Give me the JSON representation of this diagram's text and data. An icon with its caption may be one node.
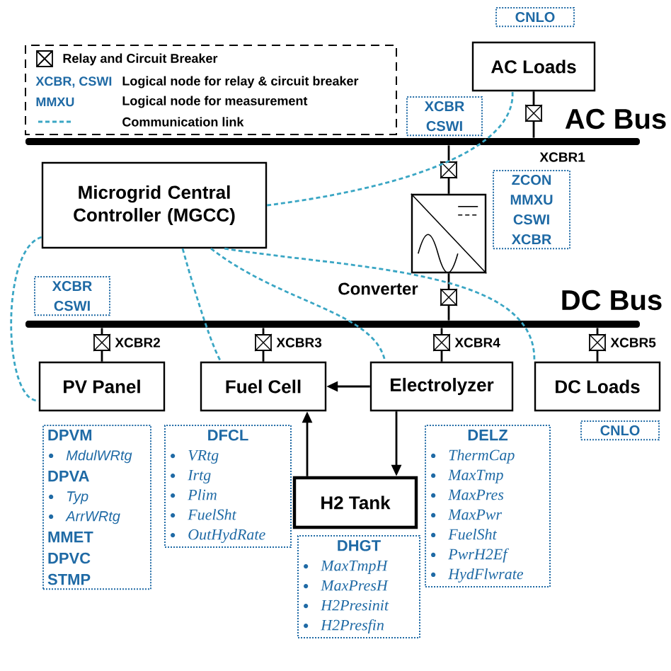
{
  "diagram": {
    "nodes": [
      {
        "text": [
          "AC Loads"
        ]
      },
      {
        "text": [
          "Microgrid Central Controller (MGCC)"
        ]
      },
      {
        "text": [
          "Converter"
        ]
      },
      {
        "text": [
          "PV Panel"
        ]
      },
      {
        "text": [
          "Fuel Cell"
        ]
      },
      {
        "text": [
          "Electrolyzer"
        ]
      },
      {
        "text": [
          "DC Loads"
        ]
      },
      {
        "text": [
          "H2 Tank"
        ]
      },
      {
        "text": [
          "CNLO"
        ]
      },
      {
        "text": [
          "XCBR",
          "CSWI"
        ]
      },
      {
        "text": [
          "ZCON",
          "MMXU",
          "CSWI",
          "XCBR"
        ]
      },
      {
        "text": [
          "XCBR",
          "CSWI"
        ]
      },
      {
        "text": [
          "DPVM",
          "MdulWRtg",
          "DPVA",
          "Typ",
          "ArrWRtg",
          "MMET",
          "DPVC",
          "STMP"
        ]
      },
      {
        "text": [
          "DFCL",
          "VRtg",
          "Irtg",
          "Plim",
          "FuelSht",
          "OutHydRate"
        ]
      },
      {
        "text": [
          "DELZ",
          "ThermCap",
          "MaxTmp",
          "MaxPres",
          "MaxPwr",
          "FuelSht",
          "PwrH2Ef",
          "HydFlwrate"
        ]
      },
      {
        "text": [
          "CNLO"
        ]
      },
      {
        "text": [
          "DHGT",
          "MaxTmpH",
          "MaxPresH",
          "H2Presinit",
          "H2Presfin"
        ]
      },
      {
        "text": [
          "AC Bus"
        ]
      },
      {
        "text": [
          "DC Bus"
        ]
      },
      {
        "text": [],
        "shape": "box"
      },
      {
        "text": [],
        "shape": "box"
      },
      {
        "text": [],
        "shape": "box"
      },
      {
        "text": [],
        "shape": "box",
        "beside": [
          "XCBR2"
        ]
      },
      {
        "text": [],
        "shape": "box",
        "beside": [
          "XCBR3"
        ]
      },
      {
        "text": [],
        "shape": "box",
        "beside": [
          "XCBR4"
        ]
      },
      {
        "text": [],
        "shape": "box",
        "beside": [
          "XCBR5"
        ]
      }
    ],
    "edges": [
      {
        "from": 0,
        "to": 19,
        "arrow": "none"
      },
      {
        "from": 19,
        "to": 17,
        "arrow": "none"
      },
      {
        "from": 17,
        "to": 20,
        "arrow": "none"
      },
      {
        "from": 20,
        "to": 2,
        "arrow": "none"
      },
      {
        "from": 2,
        "to": 21,
        "arrow": "none"
      },
      {
        "from": 21,
        "to": 18,
        "arrow": "none"
      },
      {
        "from": 18,
        "to": 22,
        "arrow": "none"
      },
      {
        "from": 22,
        "to": 3,
        "arrow": "none"
      },
      {
        "from": 18,
        "to": 23,
        "arrow": "none"
      },
      {
        "from": 23,
        "to": 4,
        "arrow": "none"
      },
      {
        "from": 18,
        "to": 24,
        "arrow": "none"
      },
      {
        "from": 24,
        "to": 5,
        "arrow": "none"
      },
      {
        "from": 18,
        "to": 25,
        "arrow": "none"
      },
      {
        "from": 25,
        "to": 6,
        "arrow": "none"
      },
      {
        "from": 5,
        "to": 4,
        "arrow": "to"
      },
      {
        "from": 7,
        "to": 4,
        "arrow": "to"
      },
      {
        "from": 5,
        "to": 7,
        "arrow": "to"
      },
      {
        "from": 1,
        "to": 0,
        "arrow": "none",
        "style": "dashed",
        "color": "#3aa6c4"
      },
      {
        "from": 1,
        "to": 3,
        "arrow": "none",
        "style": "dashed",
        "color": "#3aa6c4"
      },
      {
        "from": 1,
        "to": 4,
        "arrow": "none",
        "style": "dashed",
        "color": "#3aa6c4"
      },
      {
        "from": 1,
        "to": 5,
        "arrow": "none",
        "style": "dashed",
        "color": "#3aa6c4"
      },
      {
        "from": 1,
        "to": 6,
        "arrow": "none",
        "style": "dashed",
        "color": "#3aa6c4"
      }
    ],
    "labels": [
      "XCBR, CSWI",
      "MMXU",
      "XCBR1"
    ],
    "legend": [
      {
        "text": "Relay and Circuit Breaker"
      },
      {
        "text": "Logical node for relay & circuit breaker"
      },
      {
        "text": "Logical node for measurement"
      },
      {
        "text": "Communication link"
      }
    ]
  }
}
